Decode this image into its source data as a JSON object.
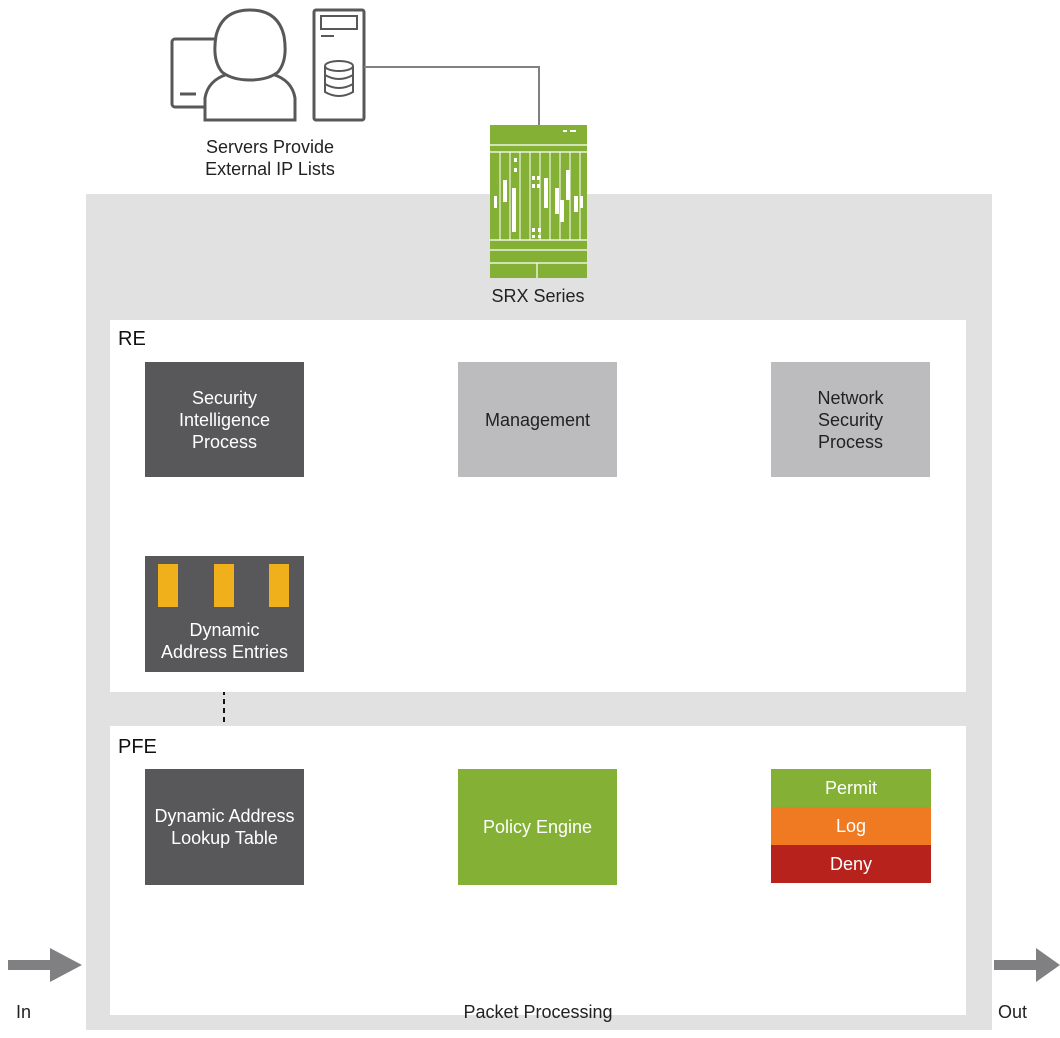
{
  "servers_caption": "Servers Provide\nExternal IP Lists",
  "srx_caption": "SRX Series",
  "re": {
    "label": "RE",
    "security_intelligence": "Security\nIntelligence\nProcess",
    "management": "Management",
    "network_security": "Network\nSecurity\nProcess",
    "dynamic_address_entries": "Dynamic\nAddress Entries"
  },
  "pfe": {
    "label": "PFE",
    "lookup_table": "Dynamic Address\nLookup Table",
    "policy_engine": "Policy Engine",
    "legend": [
      {
        "label": "Permit",
        "color": "#84b135"
      },
      {
        "label": "Log",
        "color": "#ef7a22"
      },
      {
        "label": "Deny",
        "color": "#b7221d"
      }
    ],
    "packet_processing": "Packet Processing"
  },
  "flow": {
    "in": "In",
    "out": "Out"
  },
  "colors": {
    "dark_box": "#58585a",
    "light_box": "#bcbcbe",
    "green": "#84b135",
    "amber": "#f0b01c",
    "arrow_gray": "#808082",
    "dotted_orange": "#ef7a22"
  }
}
